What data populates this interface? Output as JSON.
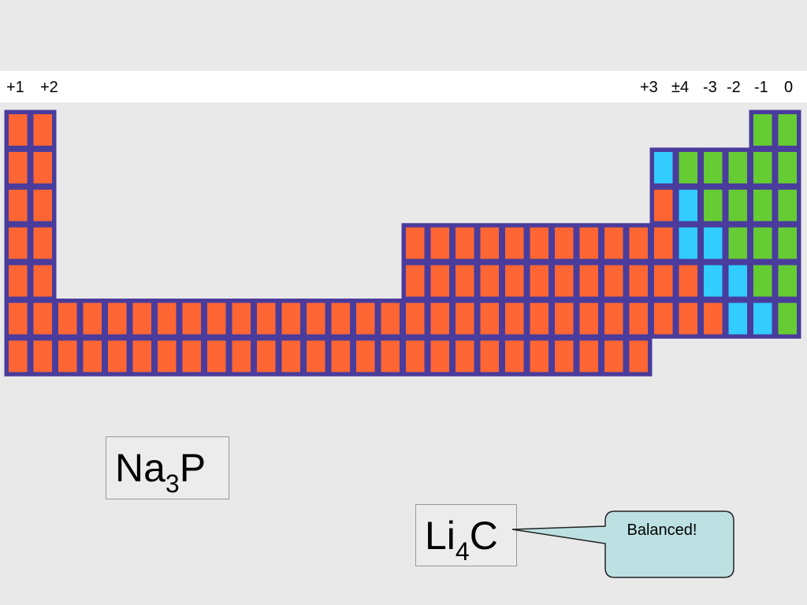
{
  "charges": [
    {
      "id": "g1",
      "label": "+1"
    },
    {
      "id": "g2",
      "label": "+2"
    },
    {
      "id": "g13",
      "label": "+3"
    },
    {
      "id": "g14",
      "label": "±4"
    },
    {
      "id": "g15",
      "label": "-3"
    },
    {
      "id": "g16",
      "label": "-2"
    },
    {
      "id": "g17",
      "label": "-1"
    },
    {
      "id": "g18",
      "label": "0"
    }
  ],
  "colors": {
    "metal": "#ff6633",
    "metalloid": "#33ccff",
    "nonmetal": "#66cc33",
    "border": "#4a3c9c",
    "callout_fill": "#bde0e2"
  },
  "formulas": {
    "na3p": {
      "sym1": "Na",
      "sub": "3",
      "sym2": "P"
    },
    "li4c": {
      "sym1": "Li",
      "sub": "4",
      "sym2": "C"
    }
  },
  "callout": {
    "text": "Balanced!"
  }
}
